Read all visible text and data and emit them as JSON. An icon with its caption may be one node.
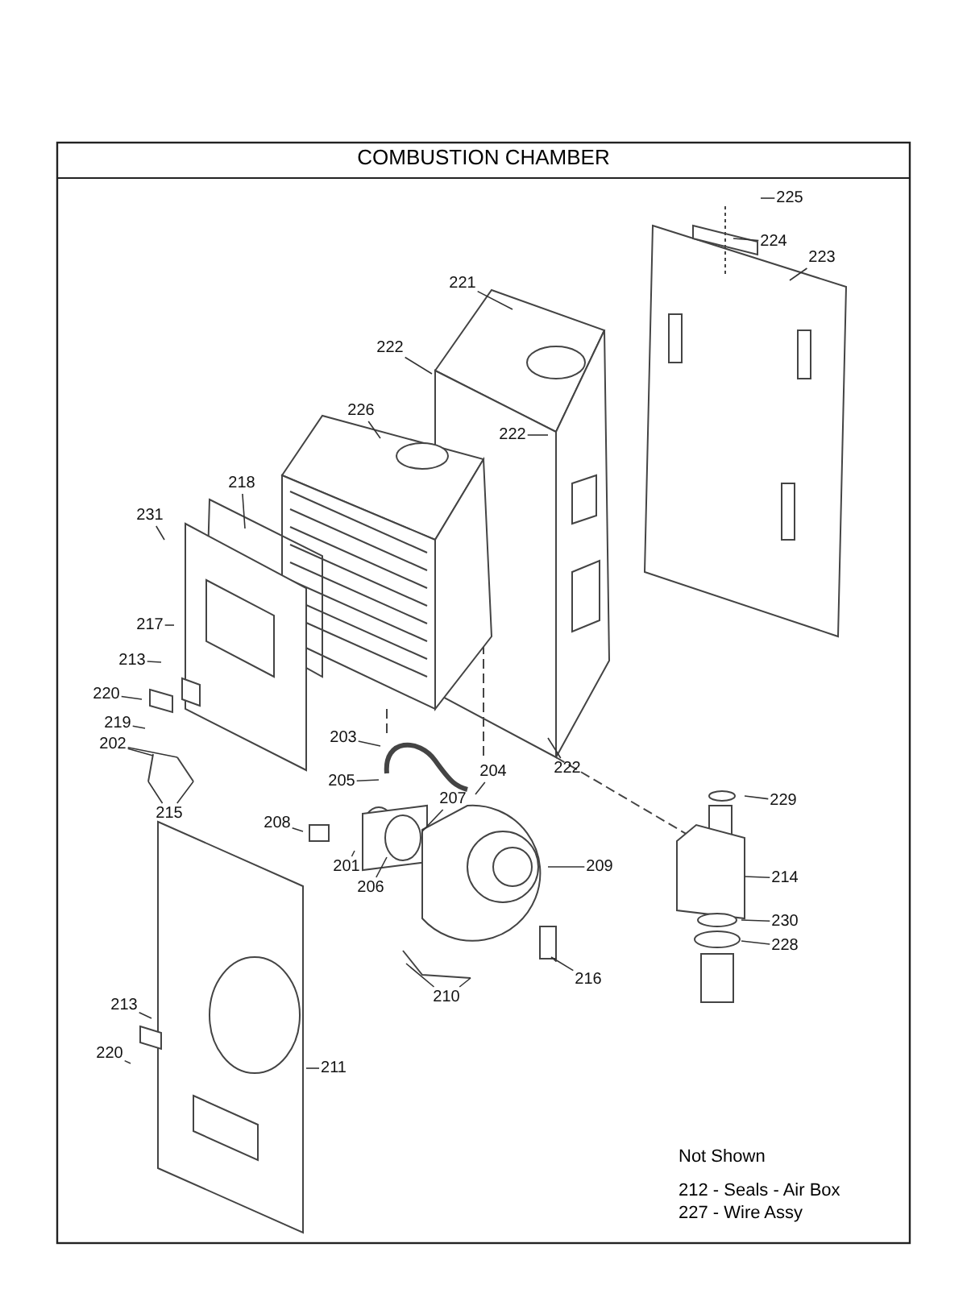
{
  "diagram": {
    "title": "COMBUSTION CHAMBER",
    "nodes": [
      {
        "text": [
          "225"
        ]
      },
      {
        "text": [
          "224"
        ]
      },
      {
        "text": [
          "223"
        ]
      },
      {
        "text": [
          "221"
        ]
      },
      {
        "text": [
          "222"
        ]
      },
      {
        "text": [
          "226"
        ]
      },
      {
        "text": [
          "222"
        ]
      },
      {
        "text": [
          "218"
        ]
      },
      {
        "text": [
          "231"
        ]
      },
      {
        "text": [
          "217"
        ]
      },
      {
        "text": [
          "213"
        ]
      },
      {
        "text": [
          "220"
        ]
      },
      {
        "text": [
          "219"
        ]
      },
      {
        "text": [
          "202"
        ]
      },
      {
        "text": [
          "203"
        ]
      },
      {
        "text": [
          "222"
        ]
      },
      {
        "text": [
          "204"
        ]
      },
      {
        "text": [
          "205"
        ]
      },
      {
        "text": [
          "229"
        ]
      },
      {
        "text": [
          "215"
        ]
      },
      {
        "text": [
          "207"
        ]
      },
      {
        "text": [
          "208"
        ]
      },
      {
        "text": [
          "201"
        ]
      },
      {
        "text": [
          "209"
        ]
      },
      {
        "text": [
          "214"
        ]
      },
      {
        "text": [
          "206"
        ]
      },
      {
        "text": [
          "230"
        ]
      },
      {
        "text": [
          "228"
        ]
      },
      {
        "text": [
          "216"
        ]
      },
      {
        "text": [
          "210"
        ]
      },
      {
        "text": [
          "213"
        ]
      },
      {
        "text": [
          "220"
        ]
      },
      {
        "text": [
          "211"
        ]
      }
    ],
    "edges": [
      {
        "from": 0,
        "to": null,
        "arrow": "none"
      },
      {
        "from": 1,
        "to": null,
        "arrow": "none"
      },
      {
        "from": 2,
        "to": null,
        "arrow": "none"
      },
      {
        "from": 3,
        "to": null,
        "arrow": "none"
      },
      {
        "from": 4,
        "to": null,
        "arrow": "none"
      },
      {
        "from": 5,
        "to": null,
        "arrow": "none"
      },
      {
        "from": 6,
        "to": null,
        "arrow": "none"
      },
      {
        "from": 7,
        "to": null,
        "arrow": "none"
      },
      {
        "from": 8,
        "to": null,
        "arrow": "none"
      },
      {
        "from": 9,
        "to": null,
        "arrow": "none"
      },
      {
        "from": 10,
        "to": null,
        "arrow": "none"
      },
      {
        "from": 11,
        "to": null,
        "arrow": "none"
      },
      {
        "from": 12,
        "to": null,
        "arrow": "none"
      },
      {
        "from": 13,
        "to": null,
        "arrow": "none"
      },
      {
        "from": 14,
        "to": null,
        "arrow": "none"
      },
      {
        "from": 15,
        "to": null,
        "arrow": "none"
      },
      {
        "from": 16,
        "to": null,
        "arrow": "none"
      },
      {
        "from": 17,
        "to": null,
        "arrow": "none"
      },
      {
        "from": 18,
        "to": null,
        "arrow": "none"
      },
      {
        "from": 19,
        "to": null,
        "arrow": "none"
      },
      {
        "from": 20,
        "to": null,
        "arrow": "none"
      },
      {
        "from": 21,
        "to": null,
        "arrow": "none"
      },
      {
        "from": 22,
        "to": null,
        "arrow": "none"
      },
      {
        "from": 23,
        "to": null,
        "arrow": "none"
      },
      {
        "from": 24,
        "to": null,
        "arrow": "none"
      },
      {
        "from": 25,
        "to": null,
        "arrow": "none"
      },
      {
        "from": 26,
        "to": null,
        "arrow": "none"
      },
      {
        "from": 27,
        "to": null,
        "arrow": "none"
      },
      {
        "from": 28,
        "to": null,
        "arrow": "none"
      },
      {
        "from": 29,
        "to": null,
        "arrow": "none"
      },
      {
        "from": 30,
        "to": null,
        "arrow": "none"
      },
      {
        "from": 31,
        "to": null,
        "arrow": "none"
      },
      {
        "from": 32,
        "to": null,
        "arrow": "none"
      },
      {
        "from": 19,
        "to": null,
        "arrow": "none"
      },
      {
        "from": 29,
        "to": null,
        "arrow": "none"
      },
      {
        "from": 13,
        "to": null,
        "arrow": "none"
      }
    ],
    "labels": [
      "Not Shown",
      "212 - Seals - Air Box",
      "227 - Wire Assy"
    ]
  }
}
